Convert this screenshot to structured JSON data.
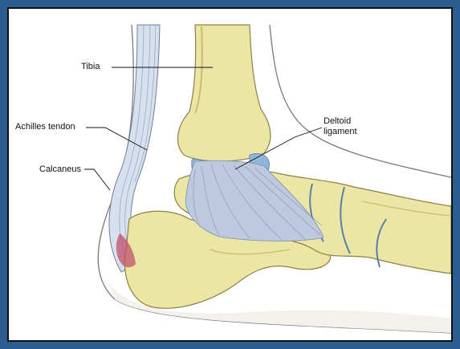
{
  "labels": {
    "tibia": "Tibia",
    "achilles": "Achilles tendon",
    "calcaneus": "Calcaneus",
    "deltoid_line1": "Deltoid",
    "deltoid_line2": "ligament"
  },
  "colors": {
    "frame": "#2c5d91",
    "background": "#ffffff",
    "bone": "#ece6a6",
    "bone_shadow": "#c8bd6e",
    "ligament": "#bcc9de",
    "cartilage": "#8fb6d8",
    "skin_outline": "#7a7a7a",
    "inflammation": "#c0506a"
  }
}
